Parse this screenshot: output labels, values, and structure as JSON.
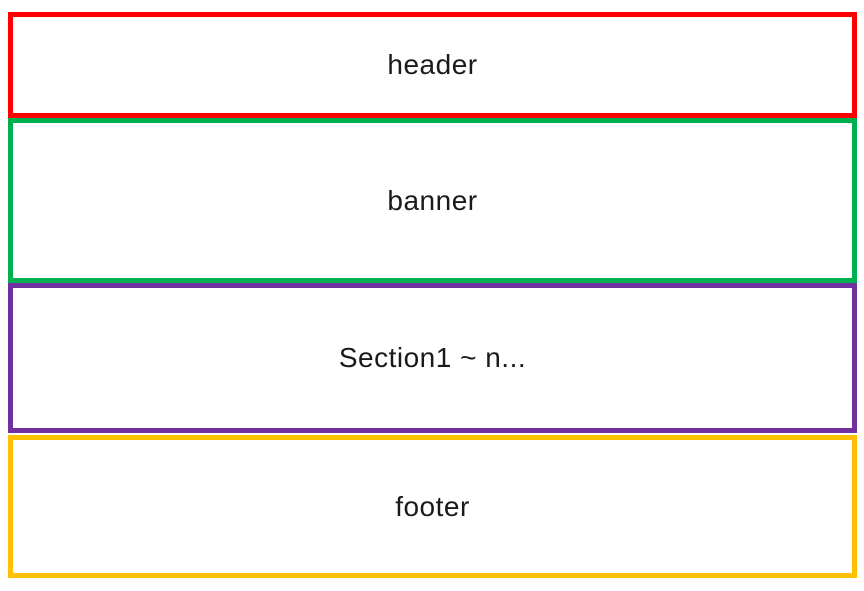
{
  "canvas": {
    "background_color": "#ffffff",
    "text_color": "#1a1a1a"
  },
  "diagram": {
    "description": "page layout structure diagram with four stacked outlined regions",
    "blocks": [
      {
        "id": "header",
        "label": "header",
        "border_color": "#ff0000"
      },
      {
        "id": "banner",
        "label": "banner",
        "border_color": "#00b050"
      },
      {
        "id": "section",
        "label": "Section1 ~ n...",
        "border_color": "#7030a0"
      },
      {
        "id": "footer",
        "label": "footer",
        "border_color": "#ffc000"
      }
    ]
  }
}
